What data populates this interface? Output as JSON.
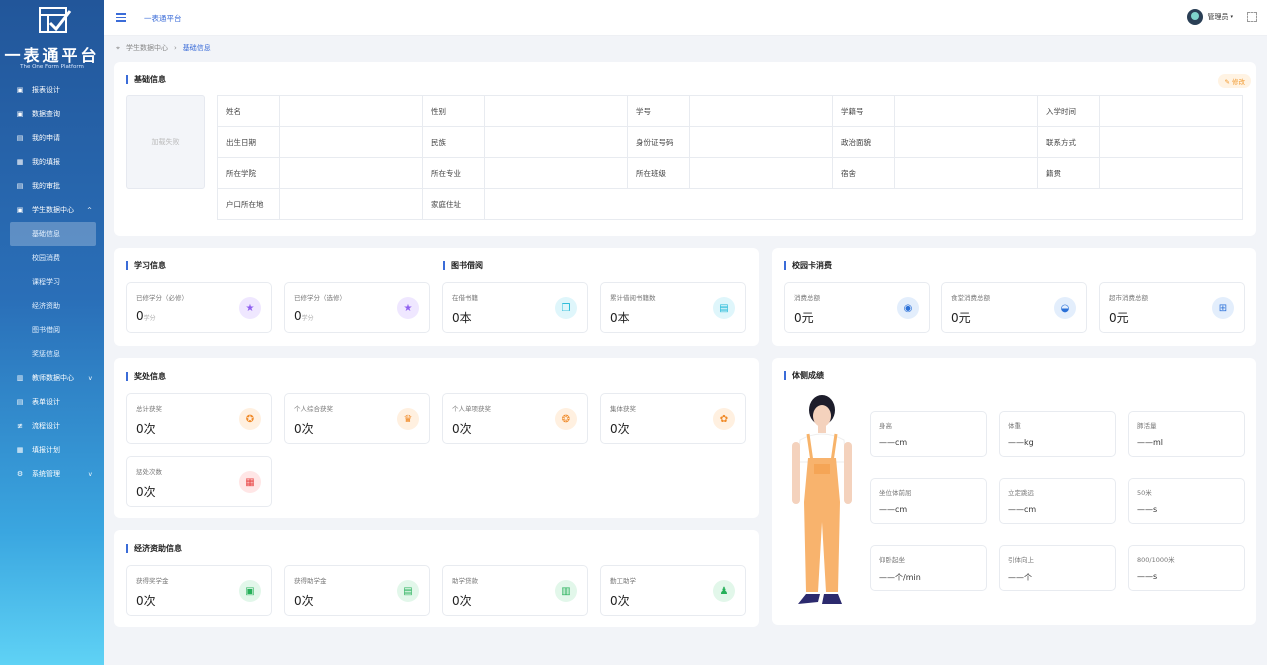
{
  "brand": {
    "name": "一表通平台",
    "subtitle": "The One Form Platform"
  },
  "header": {
    "title": "一表通平台",
    "user": "管理员"
  },
  "menu": [
    {
      "label": "报表设计",
      "icon": "report-icon"
    },
    {
      "label": "数据查询",
      "icon": "query-icon"
    },
    {
      "label": "我的申请",
      "icon": "apply-icon"
    },
    {
      "label": "我的填报",
      "icon": "fill-icon"
    },
    {
      "label": "我的审批",
      "icon": "approve-icon"
    },
    {
      "label": "学生数据中心",
      "icon": "student-data-icon",
      "caret": "^"
    },
    {
      "label": "教师数据中心",
      "icon": "teacher-data-icon",
      "caret": "v"
    },
    {
      "label": "表单设计",
      "icon": "form-icon"
    },
    {
      "label": "流程设计",
      "icon": "flow-icon"
    },
    {
      "label": "填报计划",
      "icon": "plan-icon"
    },
    {
      "label": "系统管理",
      "icon": "gear-icon",
      "caret": "v"
    }
  ],
  "submenu": [
    "基础信息",
    "校园消费",
    "课程学习",
    "经济资助",
    "图书借阅",
    "奖惩信息"
  ],
  "breadcrumb": {
    "parent": "学生数据中心",
    "current": "基础信息"
  },
  "basic": {
    "title": "基础信息",
    "edit": "修改",
    "photo": "加载失败",
    "rows": [
      [
        "姓名",
        "",
        "性别",
        "",
        "学号",
        "",
        "学籍号",
        "",
        "入学时间",
        ""
      ],
      [
        "出生日期",
        "",
        "民族",
        "",
        "身份证号码",
        "",
        "政治面貌",
        "",
        "联系方式",
        ""
      ],
      [
        "所在学院",
        "",
        "所在专业",
        "",
        "所在班级",
        "",
        "宿舍",
        "",
        "籍贯",
        ""
      ],
      [
        "户口所在地",
        "",
        "家庭住址",
        ""
      ]
    ]
  },
  "study": {
    "title": "学习信息",
    "items": [
      {
        "label": "已修学分（必修）",
        "value": "0",
        "unit": "学分"
      },
      {
        "label": "已修学分（选修）",
        "value": "0",
        "unit": "学分"
      }
    ]
  },
  "library": {
    "title": "图书借阅",
    "items": [
      {
        "label": "在借书籍",
        "value": "0本"
      },
      {
        "label": "累计借阅书籍数",
        "value": "0本"
      }
    ]
  },
  "card": {
    "title": "校园卡消费",
    "items": [
      {
        "label": "消费总额",
        "value": "0元"
      },
      {
        "label": "食堂消费总额",
        "value": "0元"
      },
      {
        "label": "超市消费总额",
        "value": "0元"
      }
    ]
  },
  "awards": {
    "title": "奖处信息",
    "items": [
      {
        "label": "总计获奖",
        "value": "0次"
      },
      {
        "label": "个人综合获奖",
        "value": "0次"
      },
      {
        "label": "个人单项获奖",
        "value": "0次"
      },
      {
        "label": "集体获奖",
        "value": "0次"
      },
      {
        "label": "惩处次数",
        "value": "0次"
      }
    ]
  },
  "aid": {
    "title": "经济资助信息",
    "items": [
      {
        "label": "获得奖学金",
        "value": "0次"
      },
      {
        "label": "获得助学金",
        "value": "0次"
      },
      {
        "label": "助学贷款",
        "value": "0次"
      },
      {
        "label": "勤工助学",
        "value": "0次"
      }
    ]
  },
  "pe": {
    "title": "体侧成绩",
    "items": [
      {
        "label": "身高",
        "value": "——cm"
      },
      {
        "label": "体重",
        "value": "——kg"
      },
      {
        "label": "肺活量",
        "value": "——ml"
      },
      {
        "label": "坐位体前屈",
        "value": "——cm"
      },
      {
        "label": "立定跳远",
        "value": "——cm"
      },
      {
        "label": "50米",
        "value": "——s"
      },
      {
        "label": "仰卧起坐",
        "value": "——个/min"
      },
      {
        "label": "引体向上",
        "value": "——个"
      },
      {
        "label": "800/1000米",
        "value": "——s"
      }
    ]
  },
  "colors": {
    "accent": "#3b6cd8",
    "sidebar_top": "#22569a",
    "sidebar_bottom": "#5fd2f5",
    "edit": "#f19a30"
  }
}
